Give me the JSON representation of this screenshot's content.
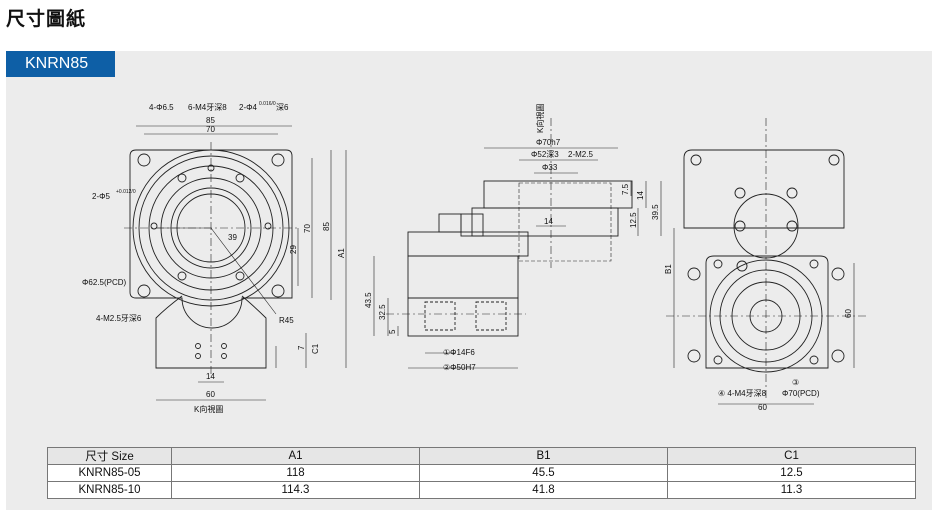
{
  "page_title": "尺寸圖紙",
  "model_tab": "KNRN85",
  "labels": {
    "front": {
      "holes_a": "4-Φ6.5",
      "holes_b": "6-M4牙深8",
      "holes_c": "2-Φ4",
      "holes_c_tol": "0.016/0",
      "holes_c_depth": "深6",
      "d85": "85",
      "d70": "70",
      "side_hole": "2-Φ5",
      "side_hole_tol": "+0.012/0",
      "d39": "39",
      "pcd": "Φ62.5(PCD)",
      "tap": "4-M2.5牙深6",
      "r45": "R45",
      "v29": "29",
      "v70": "70",
      "v85": "85",
      "a1": "A1",
      "v7": "7",
      "c1": "C1",
      "h14": "14",
      "h60": "60",
      "view": "K向視圖"
    },
    "side": {
      "view": "K向視圖",
      "d70h7": "Φ70h7",
      "d52": "Φ52深3",
      "m25": "2-M2.5",
      "d33": "Φ33",
      "h14": "14",
      "v75": "7.5",
      "v14": "14",
      "v125": "12.5",
      "v395": "39.5",
      "v435": "43.5",
      "v325": "32.5",
      "v5": "5",
      "d14f6": "①Φ14F6",
      "d50h7": "②Φ50H7"
    },
    "right": {
      "b1": "B1",
      "v60": "60",
      "tap": "④ 4-M4牙深8",
      "pcd_no": "③",
      "pcd": "Φ70(PCD)",
      "h60": "60"
    }
  },
  "table": {
    "header": [
      "尺寸 Size",
      "A1",
      "B1",
      "C1"
    ],
    "rows": [
      [
        "KNRN85-05",
        "118",
        "45.5",
        "12.5"
      ],
      [
        "KNRN85-10",
        "114.3",
        "41.8",
        "11.3"
      ]
    ]
  }
}
